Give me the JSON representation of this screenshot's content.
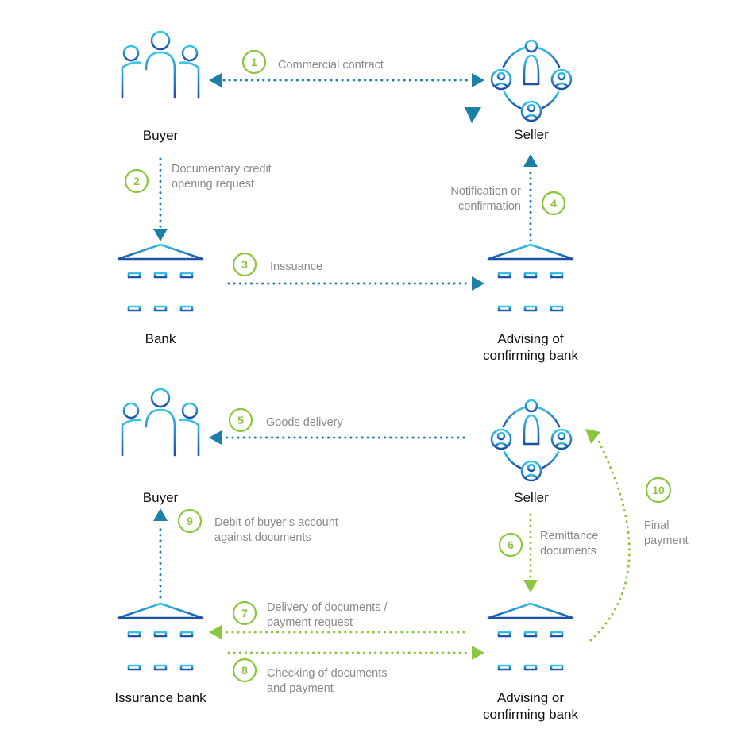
{
  "nodes": {
    "buyer_top": "Buyer",
    "seller_top": "Seller",
    "bank_top": "Bank",
    "advising_top_1": "Advising of",
    "advising_top_2": "confirming bank",
    "buyer_bottom": "Buyer",
    "seller_bottom": "Seller",
    "issuance_bottom": "Issurance bank",
    "advising_bottom_1": "Advising or",
    "advising_bottom_2": "confirming bank"
  },
  "steps": [
    {
      "number": "1",
      "lines": [
        "Commercial contract"
      ]
    },
    {
      "number": "2",
      "lines": [
        "Documentary credit",
        "opening request"
      ]
    },
    {
      "number": "3",
      "lines": [
        "Inssuance"
      ]
    },
    {
      "number": "4",
      "lines": [
        "Notification or",
        "confirmation"
      ]
    },
    {
      "number": "5",
      "lines": [
        "Goods delivery"
      ]
    },
    {
      "number": "6",
      "lines": [
        "Remittance",
        "documents"
      ]
    },
    {
      "number": "7",
      "lines": [
        "Delivery of documents /",
        "payment request"
      ]
    },
    {
      "number": "8",
      "lines": [
        "Checking of documents",
        "and payment"
      ]
    },
    {
      "number": "9",
      "lines": [
        "Debit of buyer’s account",
        "against documents"
      ]
    },
    {
      "number": "10",
      "lines": [
        "Final",
        "payment"
      ]
    }
  ],
  "colors": {
    "flow_primary": "#1b7fa8",
    "flow_secondary": "#8cc63f",
    "icon_gradient_light": "#35c6e8",
    "icon_gradient_dark": "#1f4fa3"
  },
  "icons": {
    "buyer": "people-group-icon",
    "seller": "network-people-icon",
    "bank": "bank-building-icon"
  }
}
